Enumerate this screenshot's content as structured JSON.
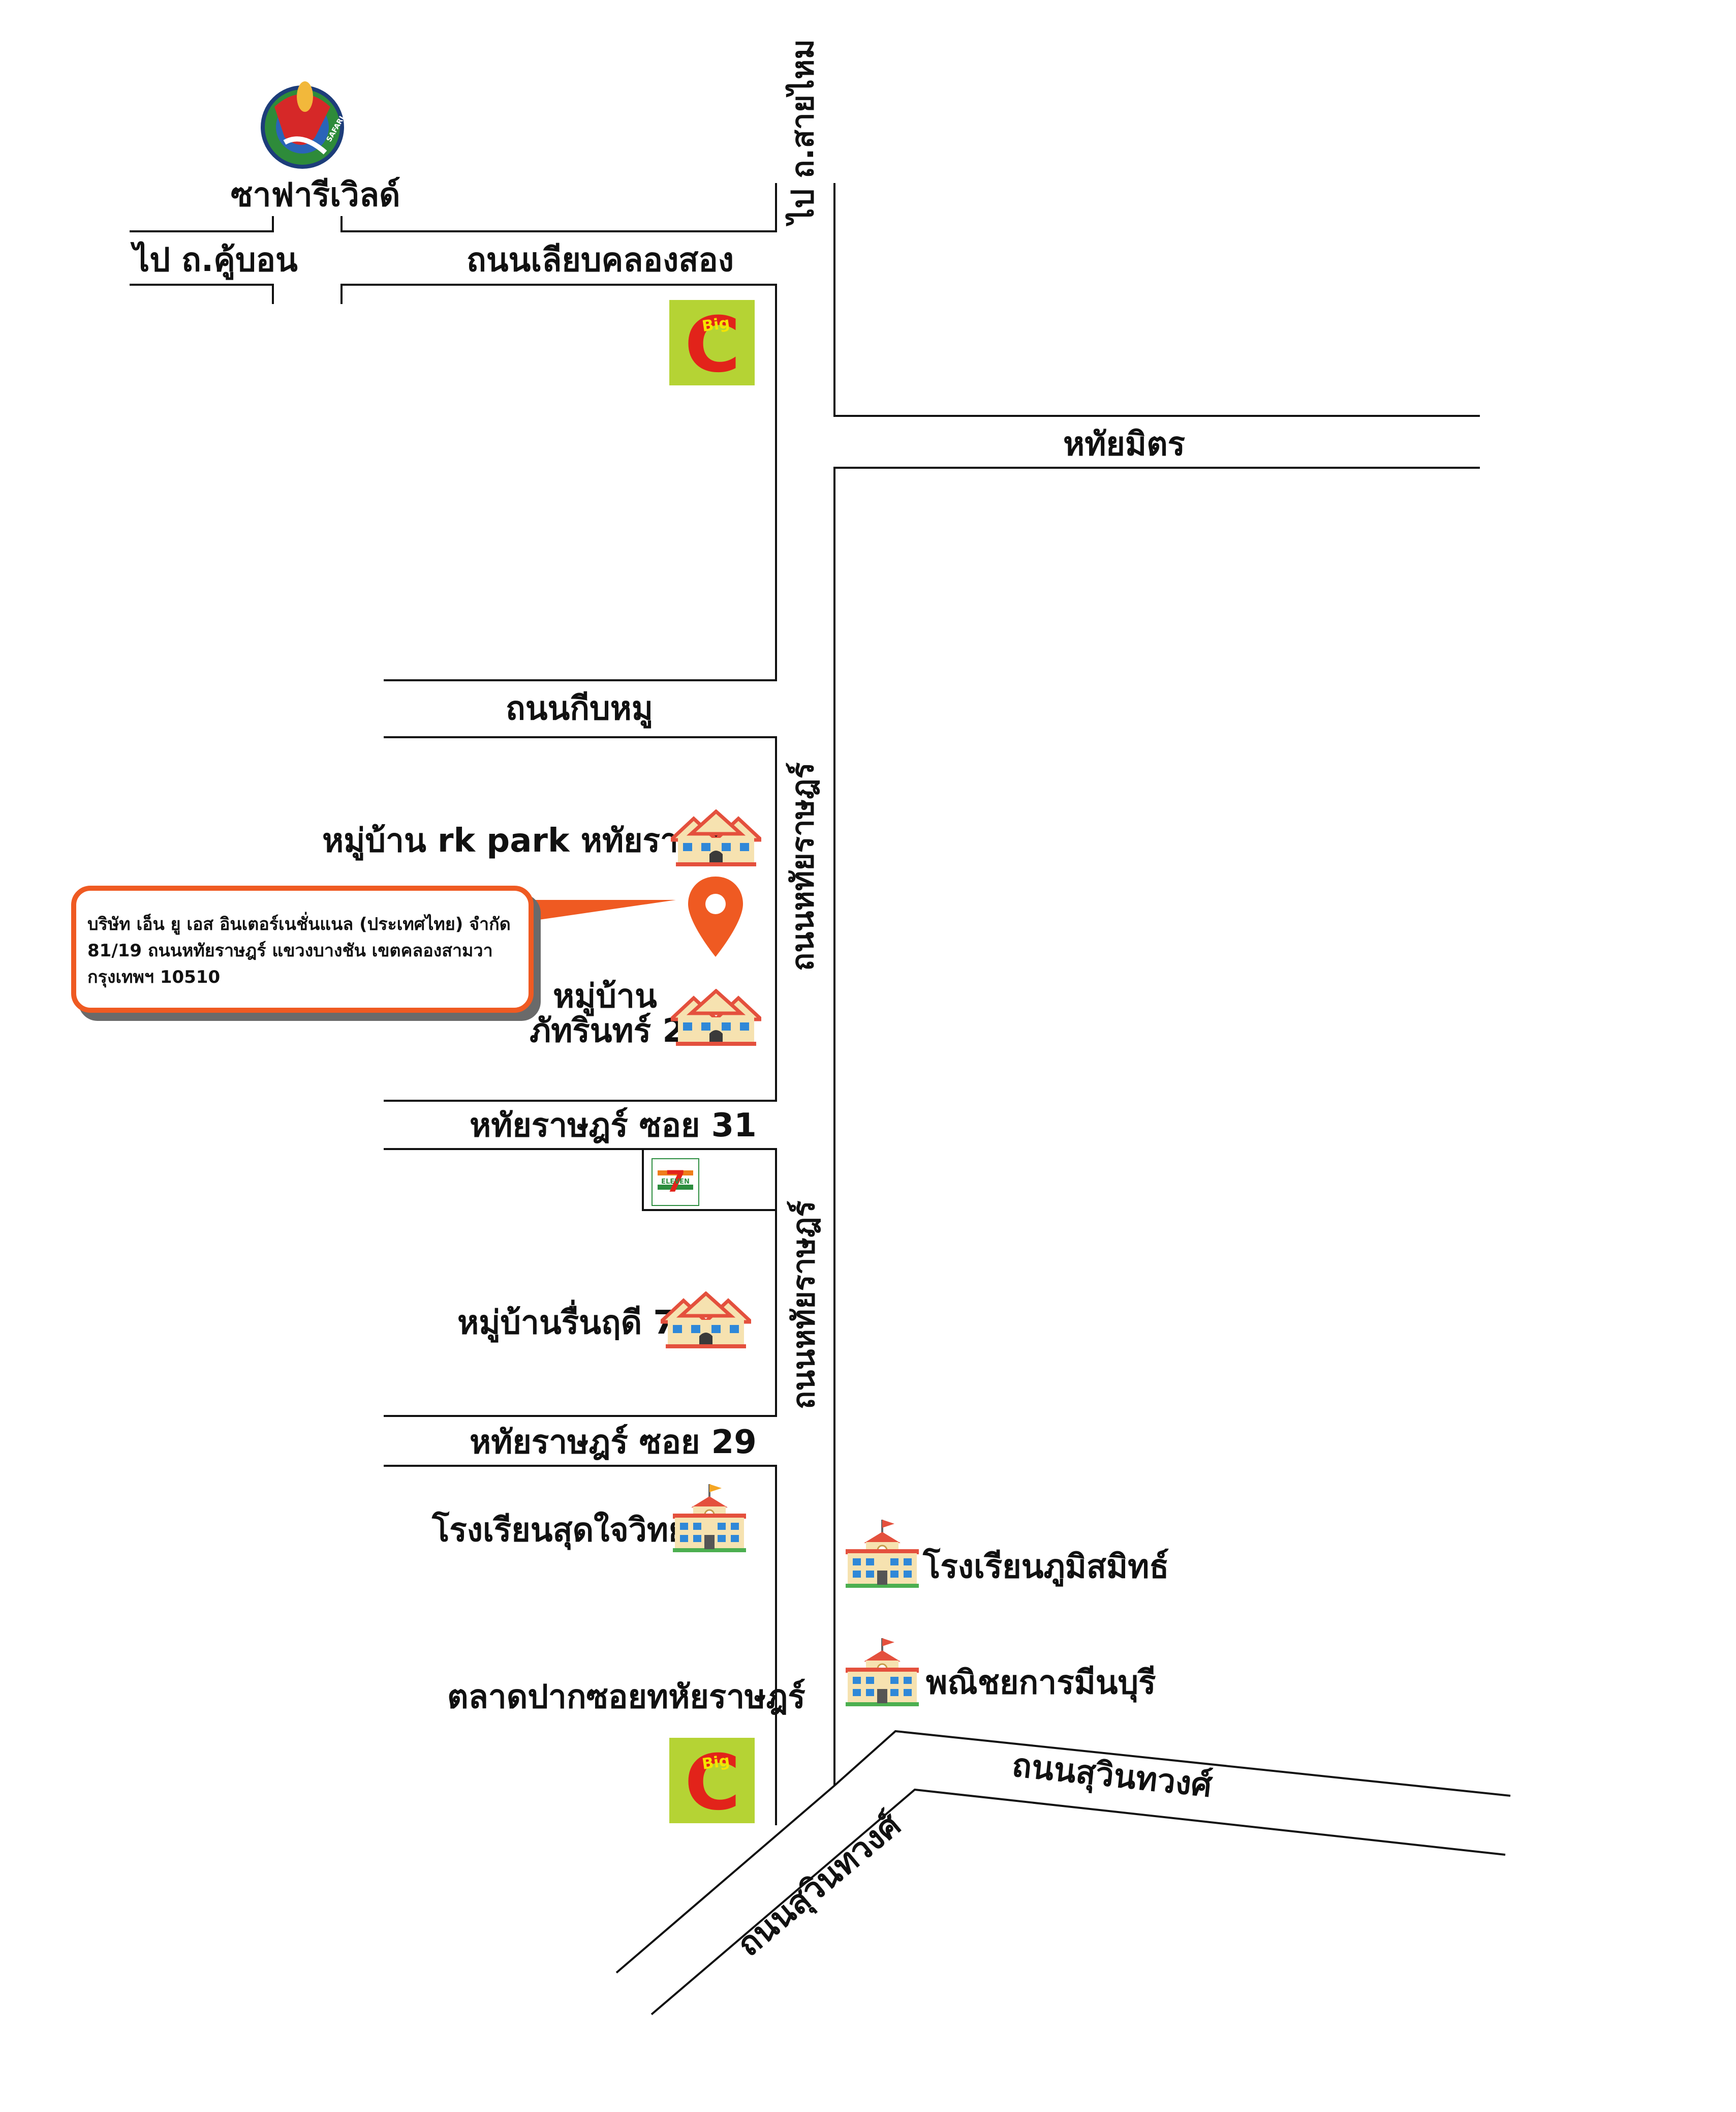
{
  "colors": {
    "road": "#111111",
    "accent": "#ef5a22",
    "bigc_bg": "#b5d334",
    "bigc_red": "#e2231a"
  },
  "labels": {
    "safari_world": "ซาฟารีเวิลด์",
    "to_khubon": "ไป ถ.คู้บอน",
    "liab_khlong_song": "ถนนเลียบคลองสอง",
    "to_sai_mai": "ไป ถ.สายไหม",
    "hathai_mit": "หทัยมิตร",
    "kheeb_mu": "ถนนกีบหมู",
    "hathairat_road_1": "ถนนหทัยราษฎร์",
    "hathairat_road_2": "ถนนหทัยราษฎร์",
    "soi_31": "หทัยราษฎร์ ซอย 31",
    "soi_29": "หทัยราษฎร์ ซอย 29",
    "suwinthawong_1": "ถนนสุวินทวงศ์",
    "suwinthawong_2": "ถนนสุวินทวงศ์",
    "rk_park": "หมู่บ้าน rk park หทัยราษฎร์",
    "phattharin_line1": "หมู่บ้าน",
    "phattharin_line2": "ภัทรินทร์ 2",
    "ruenruedee": "หมู่บ้านรื่นฤดี 7",
    "sudjai_school": "โรงเรียนสุดใจวิทยา",
    "market": "ตลาดปากซอยทหัยราษฎร์",
    "phumisamit_school": "โรงเรียนภูมิสมิทธ์",
    "minburi_commercial": "พณิชยการมีนบุรี"
  },
  "callout": {
    "line1": "บริษัท เอ็น ยู เอส อินเตอร์เนชั่นแนล (ประเทศไทย) จำกัด",
    "line2": "81/19 ถนนหทัยราษฎร์ แขวงบางชัน เขตคลองสามวา",
    "line3": "กรุงเทพฯ 10510"
  },
  "brands": {
    "big_c_small": "Big",
    "big_c_letter": "C",
    "seven_eleven": "ELEVEN",
    "seven": "7",
    "safari_logo_text": "SAFARI WORLD"
  },
  "icons": [
    "location-pin-icon",
    "house-icon",
    "school-icon",
    "big-c-logo",
    "seven-eleven-logo",
    "safari-world-logo"
  ]
}
